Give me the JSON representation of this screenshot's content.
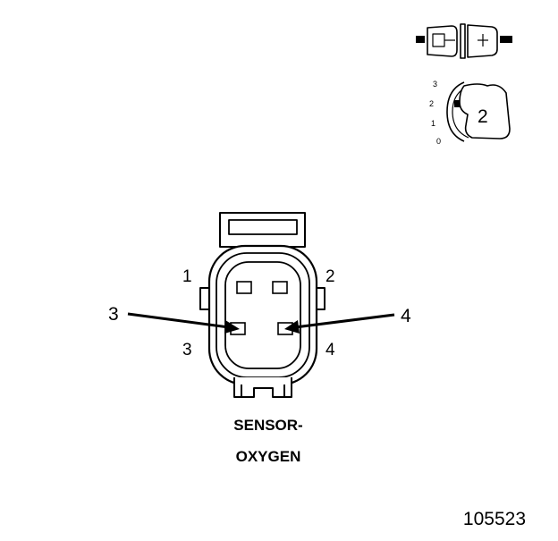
{
  "diagram": {
    "caption_line1": "SENSOR-",
    "caption_line2": "OXYGEN",
    "figure_number": "105523",
    "pins": {
      "pin1": "1",
      "pin2": "2",
      "pin3": "3",
      "pin4": "4"
    },
    "callouts": {
      "left": "3",
      "right": "4"
    },
    "inset": {
      "side_view_number": "2",
      "scale": [
        "3",
        "2",
        "1",
        "0"
      ]
    }
  }
}
